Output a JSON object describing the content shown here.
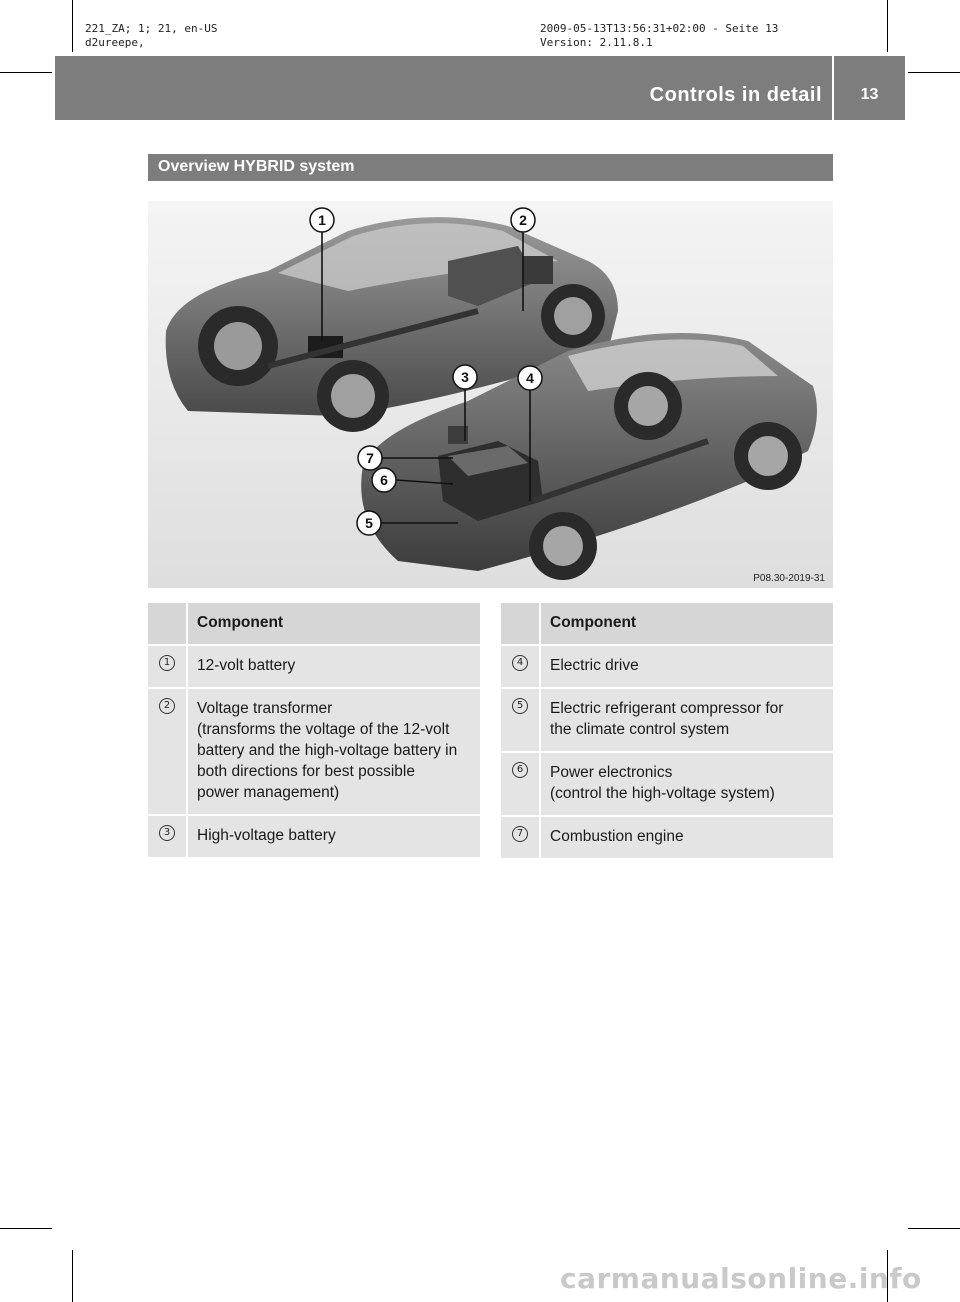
{
  "print_meta": {
    "left_line1": "221_ZA; 1; 21, en-US",
    "left_line2": "d2ureepe,",
    "right_line1": "2009-05-13T13:56:31+02:00 - Seite 13",
    "right_line2": "Version: 2.11.8.1"
  },
  "header": {
    "title": "Controls in detail",
    "page_number": "13"
  },
  "section": {
    "title": "Overview HYBRID system"
  },
  "figure": {
    "code": "P08.30-2019-31",
    "callouts": [
      "1",
      "2",
      "3",
      "4",
      "5",
      "6",
      "7"
    ]
  },
  "table_left": {
    "header": "Component",
    "rows": [
      {
        "num": "1",
        "lines": [
          "12-volt battery"
        ]
      },
      {
        "num": "2",
        "lines": [
          "Voltage transformer",
          "(transforms the voltage of the 12-volt",
          "battery and the high-voltage battery in",
          "both directions for best possible",
          "power management)"
        ]
      },
      {
        "num": "3",
        "lines": [
          "High-voltage battery"
        ]
      }
    ]
  },
  "table_right": {
    "header": "Component",
    "rows": [
      {
        "num": "4",
        "lines": [
          "Electric drive"
        ]
      },
      {
        "num": "5",
        "lines": [
          "Electric refrigerant compressor for",
          "the climate control system"
        ]
      },
      {
        "num": "6",
        "lines": [
          "Power electronics",
          "(control the high-voltage system)"
        ]
      },
      {
        "num": "7",
        "lines": [
          "Combustion engine"
        ]
      }
    ]
  },
  "watermark": "carmanualsonline.info"
}
